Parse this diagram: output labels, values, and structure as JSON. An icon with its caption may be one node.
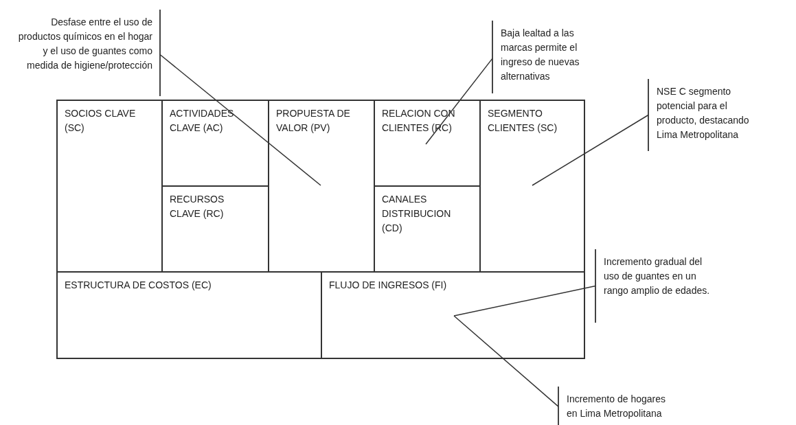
{
  "diagram": {
    "nodes": [
      {
        "text": [
          "SOCIOS CLAVE (SC)"
        ]
      },
      {
        "text": [
          "ACTIVIDADES CLAVE (AC)"
        ]
      },
      {
        "text": [
          "RECURSOS CLAVE (RC)"
        ]
      },
      {
        "text": [
          "PROPUESTA DE VALOR (PV)"
        ]
      },
      {
        "text": [
          "RELACION CON CLIENTES (RC)"
        ]
      },
      {
        "text": [
          "CANALES DISTRIBUCION (CD)"
        ]
      },
      {
        "text": [
          "SEGMENTO CLIENTES (SC)"
        ]
      },
      {
        "text": [
          "ESTRUCTURA DE COSTOS (EC)"
        ]
      },
      {
        "text": [
          "FLUJO DE INGRESOS (FI)"
        ]
      },
      {
        "text": [
          "Desfase entre el uso de productos químicos en el hogar y el uso de guantes como medida de higiene/protección"
        ]
      },
      {
        "text": [
          "Baja lealtad a las marcas permite el ingreso de nuevas alternativas"
        ]
      },
      {
        "text": [
          "NSE C segmento potencial para el producto, destacando Lima Metropolitana"
        ]
      },
      {
        "text": [
          "Incremento gradual del uso de guantes en un rango amplio de edades."
        ]
      },
      {
        "text": [
          "Incremento de hogares en Lima Metropolitana"
        ]
      }
    ],
    "edges": [
      {
        "from": 9,
        "to": 3,
        "arrow": "none"
      },
      {
        "from": 10,
        "to": 4,
        "arrow": "none"
      },
      {
        "from": 11,
        "to": 6,
        "arrow": "none"
      },
      {
        "from": 12,
        "to": 8,
        "arrow": "none"
      },
      {
        "from": 13,
        "to": 8,
        "arrow": "none"
      }
    ]
  }
}
